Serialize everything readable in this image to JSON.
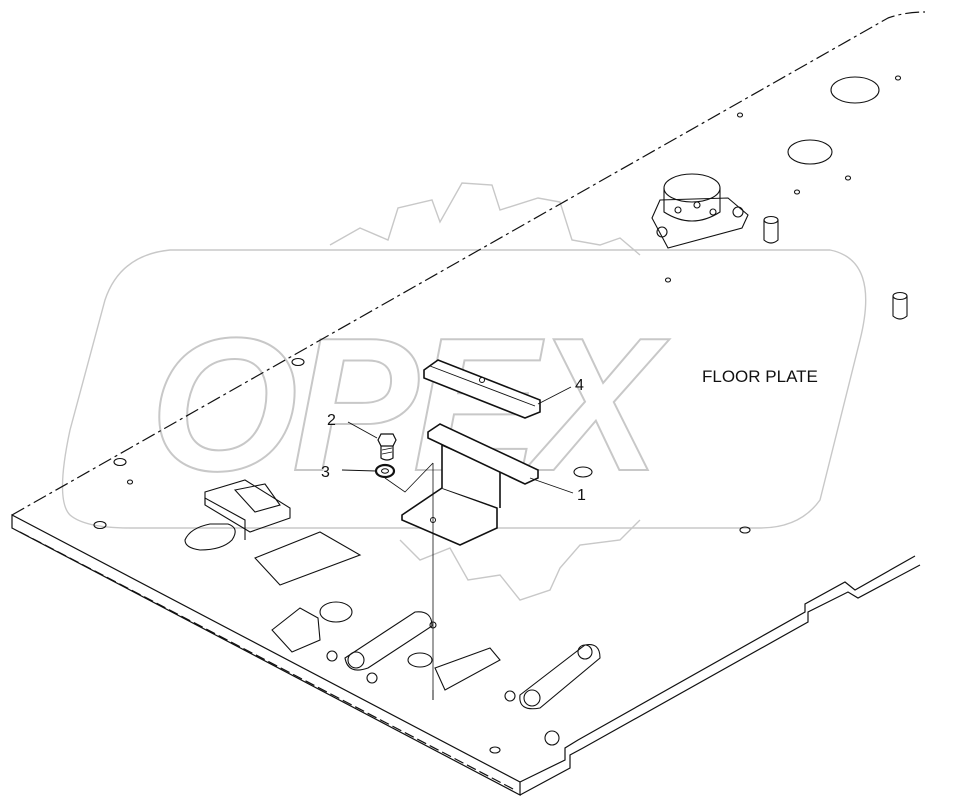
{
  "title": "FLOOR PLATE",
  "watermark": "OPEX",
  "callouts": [
    {
      "id": "callout-1",
      "label": "1"
    },
    {
      "id": "callout-2",
      "label": "2"
    },
    {
      "id": "callout-3",
      "label": "3"
    },
    {
      "id": "callout-4",
      "label": "4"
    }
  ],
  "colors": {
    "line": "#111111",
    "watermark": "#c8c8c8",
    "background": "#ffffff"
  }
}
